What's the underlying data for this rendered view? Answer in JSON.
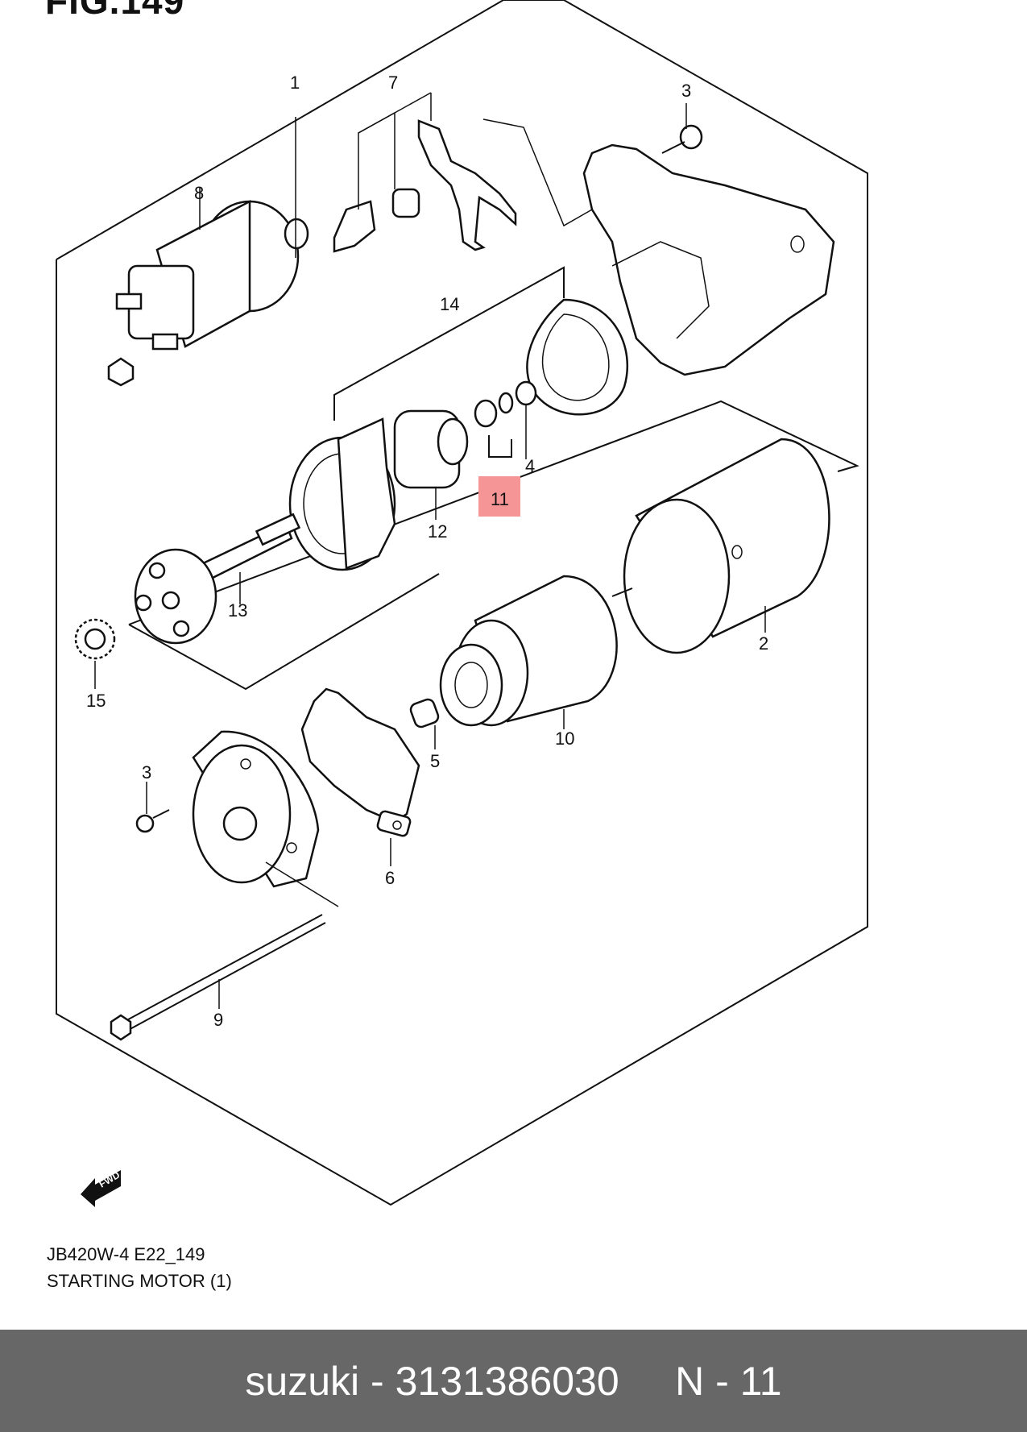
{
  "figure": {
    "title": "FIG.149",
    "caption_code": "JB420W-4 E22_149",
    "caption_name": "STARTING MOTOR (1)",
    "fwd_label": "FWD"
  },
  "callouts": {
    "c1": "1",
    "c2": "2",
    "c3a": "3",
    "c3b": "3",
    "c4": "4",
    "c5": "5",
    "c6": "6",
    "c7": "7",
    "c8": "8",
    "c9": "9",
    "c10": "10",
    "c11": "11",
    "c12": "12",
    "c13": "13",
    "c14": "14",
    "c15": "15"
  },
  "highlight": {
    "callout": "11",
    "color": "#f59595"
  },
  "footer": {
    "brand": "suzuki",
    "part_number": "3131386030",
    "position": "N - 11",
    "background": "#676767"
  }
}
